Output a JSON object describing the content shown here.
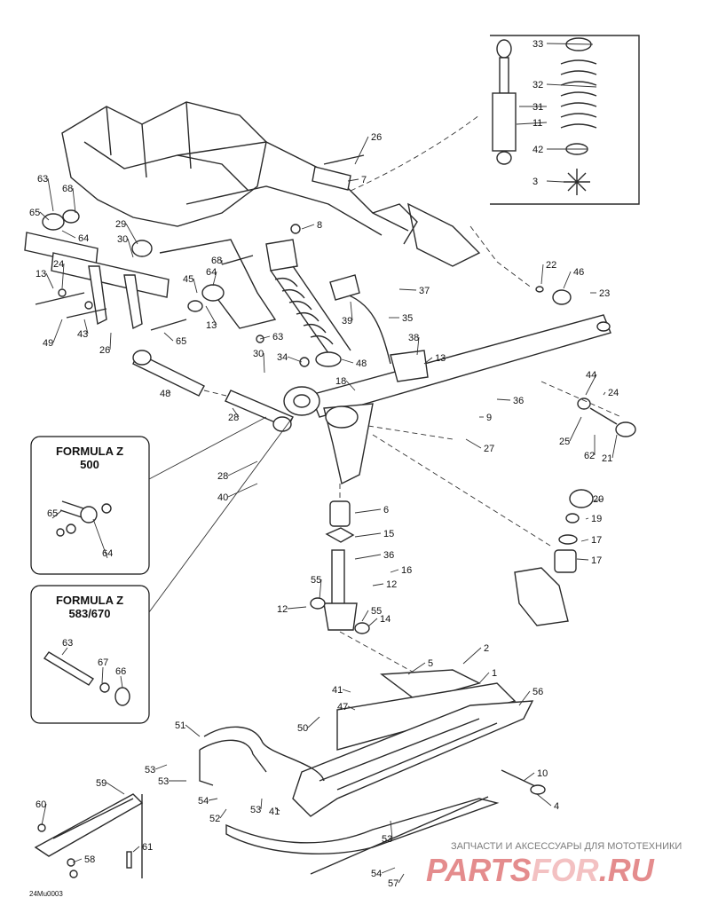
{
  "diagram": {
    "reference_code": "24Mu0003",
    "insets": [
      {
        "title_line1": "FORMULA Z",
        "title_line2": "500",
        "callouts": [
          "65",
          "64"
        ]
      },
      {
        "title_line1": "FORMULA Z",
        "title_line2": "583/670",
        "callouts": [
          "63",
          "67",
          "66"
        ]
      }
    ],
    "shock_callouts": [
      "33",
      "32",
      "31",
      "11",
      "42",
      "3"
    ],
    "callouts": [
      "26",
      "7",
      "63",
      "68",
      "65",
      "64",
      "29",
      "30",
      "8",
      "68",
      "64",
      "45",
      "24",
      "13",
      "43",
      "49",
      "26",
      "65",
      "13",
      "63",
      "30",
      "34",
      "48",
      "48",
      "28",
      "28",
      "40",
      "39",
      "35",
      "37",
      "38",
      "13",
      "18",
      "36",
      "9",
      "27",
      "22",
      "46",
      "23",
      "44",
      "24",
      "25",
      "62",
      "21",
      "20",
      "19",
      "17",
      "17",
      "6",
      "15",
      "36",
      "16",
      "12",
      "55",
      "12",
      "55",
      "14",
      "5",
      "2",
      "1",
      "56",
      "41",
      "47",
      "50",
      "51",
      "53",
      "53",
      "54",
      "52",
      "53",
      "41",
      "10",
      "4",
      "53",
      "54",
      "57",
      "59",
      "60",
      "61",
      "58"
    ],
    "watermark": {
      "subtitle": "ЗАПЧАСТИ И АКСЕССУАРЫ ДЛЯ МОТОТЕХНИКИ",
      "logo_part1": "PARTS",
      "logo_part2": "FOR",
      "logo_part3": ".RU",
      "color_primary": "#e0787a",
      "color_secondary": "#f2b7b8"
    },
    "colors": {
      "ink": "#2a2a2a",
      "background": "#ffffff"
    }
  }
}
